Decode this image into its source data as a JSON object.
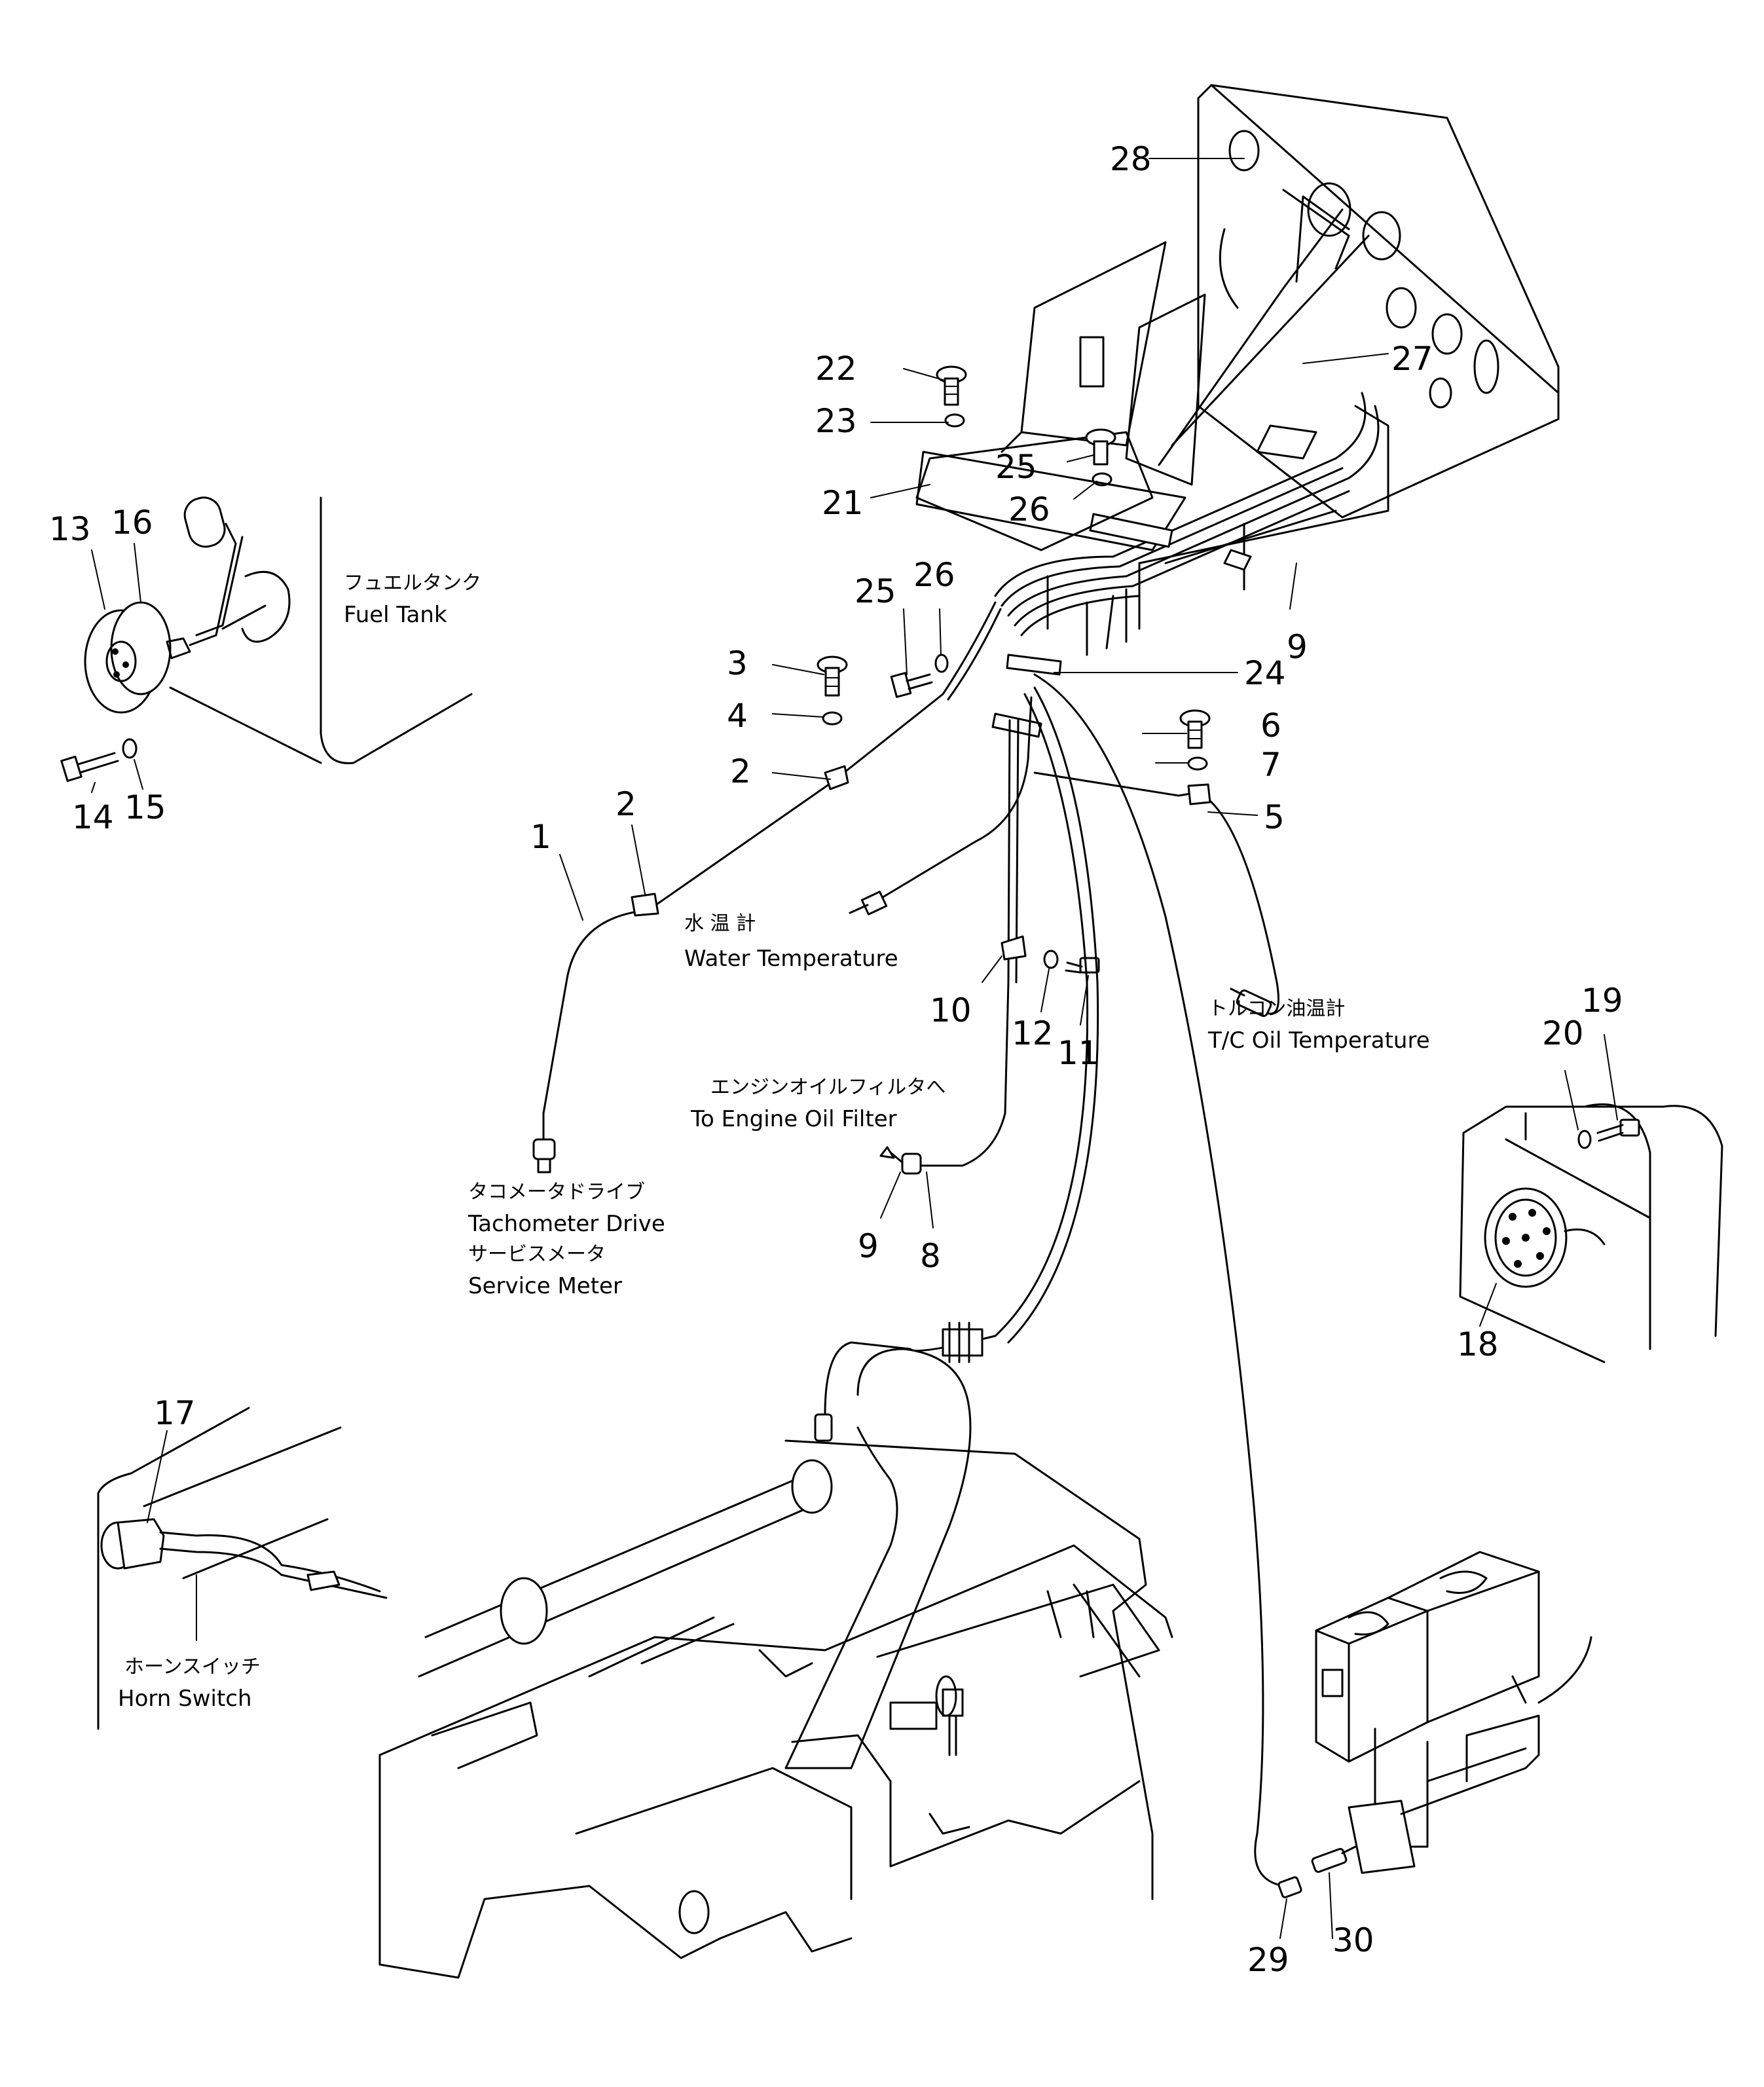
{
  "callouts": {
    "c1": "1",
    "c2a": "2",
    "c2b": "2",
    "c3": "3",
    "c4": "4",
    "c5": "5",
    "c6": "6",
    "c7": "7",
    "c8": "8",
    "c9a": "9",
    "c9b": "9",
    "c10": "10",
    "c11": "11",
    "c12": "12",
    "c13": "13",
    "c14": "14",
    "c15": "15",
    "c16": "16",
    "c17": "17",
    "c18": "18",
    "c19": "19",
    "c20": "20",
    "c21": "21",
    "c22": "22",
    "c23": "23",
    "c24": "24",
    "c25a": "25",
    "c25b": "25",
    "c26a": "26",
    "c26b": "26",
    "c27": "27",
    "c28": "28",
    "c29": "29",
    "c30": "30"
  },
  "labels": {
    "fuel_tank_jp": "フュエルタンク",
    "fuel_tank_en": "Fuel Tank",
    "water_temp_jp": "水 温 計",
    "water_temp_en": "Water Temperature",
    "tc_oil_jp": "トルコン油温計",
    "tc_oil_en": "T/C Oil Temperature",
    "engine_oil_jp": "エンジンオイルフィルタへ",
    "engine_oil_en": "To Engine Oil Filter",
    "tacho_jp": "タコメータドライブ",
    "tacho_en": "Tachometer Drive",
    "service_jp": "サービスメータ",
    "service_en": "Service Meter",
    "horn_jp": "ホーンスイッチ",
    "horn_en": "Horn Switch"
  }
}
